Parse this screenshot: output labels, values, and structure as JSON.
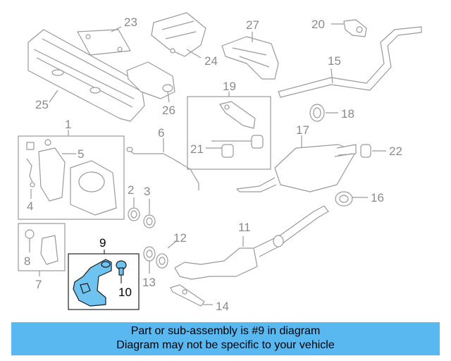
{
  "caption": {
    "line1": "Part or sub-assembly is #9 in diagram",
    "line2": "Diagram may not be specific to your vehicle"
  },
  "colors": {
    "highlight": "#6ec3f0",
    "caption_bg": "#5ab8f0",
    "line": "#9a9a9a"
  },
  "highlighted_part": "9",
  "callouts": {
    "c1": "1",
    "c2": "2",
    "c3": "3",
    "c4": "4",
    "c5": "5",
    "c6": "6",
    "c7": "7",
    "c8": "8",
    "c9": "9",
    "c10": "10",
    "c11": "11",
    "c12": "12",
    "c13": "13",
    "c14": "14",
    "c15": "15",
    "c16": "16",
    "c17": "17",
    "c18": "18",
    "c19": "19",
    "c20": "20",
    "c21": "21",
    "c22": "22",
    "c23": "23",
    "c24": "24",
    "c25": "25",
    "c26": "26",
    "c27": "27"
  }
}
